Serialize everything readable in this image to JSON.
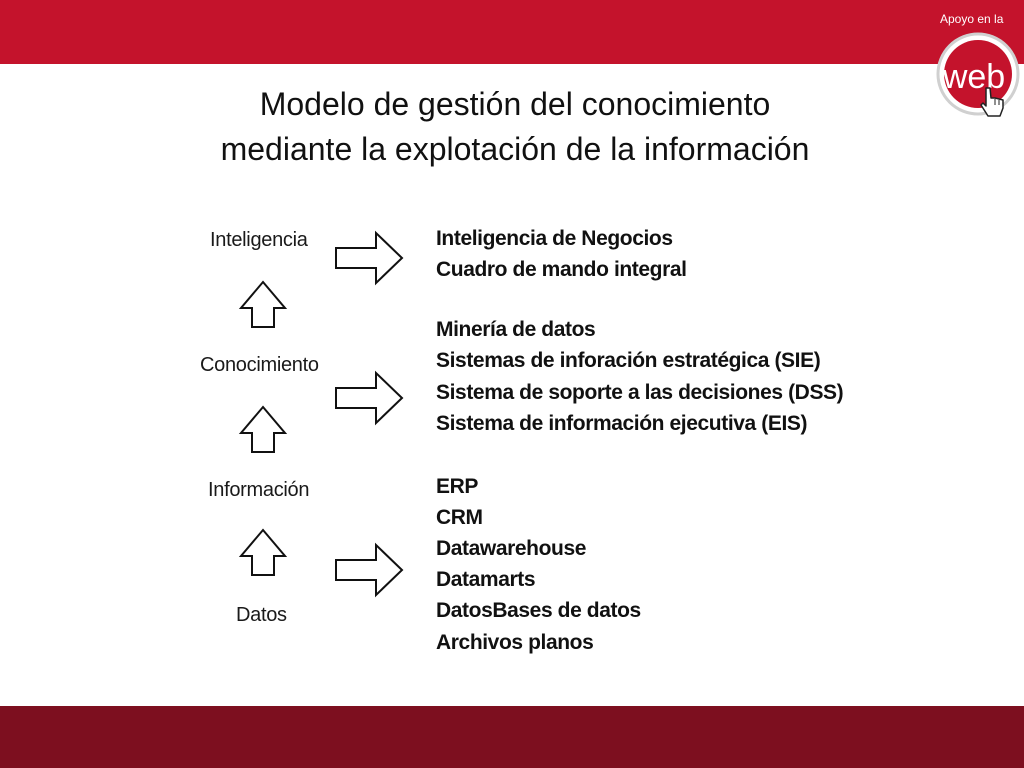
{
  "logo": {
    "caption": "Apoyo en la",
    "word": "web"
  },
  "title": {
    "line1": "Modelo de gestión del conocimiento",
    "line2": "mediante la explotación de la información"
  },
  "levels": [
    "Inteligencia",
    "Conocimiento",
    "Información",
    "Datos"
  ],
  "groups": {
    "inteligencia": [
      "Inteligencia de Negocios",
      "Cuadro de mando integral"
    ],
    "conocimiento": [
      "Minería de datos",
      "Sistemas de inforación estratégica (SIE)",
      "Sistema de soporte a las decisiones (DSS)",
      "Sistema de información ejecutiva (EIS)"
    ],
    "datos": [
      "ERP",
      "CRM",
      "Datawarehouse",
      "Datamarts",
      "DatosBases de datos",
      "Archivos planos"
    ]
  },
  "colors": {
    "header": "#c4132c",
    "footer": "#7d0f1f"
  }
}
